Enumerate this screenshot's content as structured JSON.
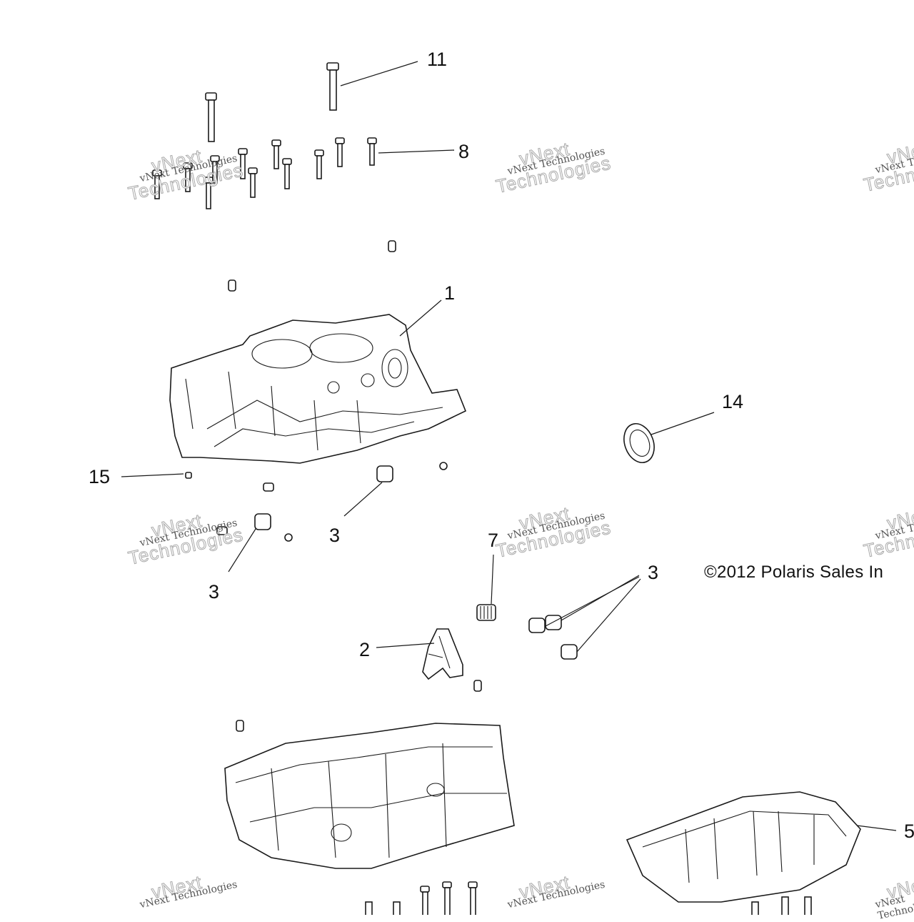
{
  "callouts": [
    {
      "label": "11"
    },
    {
      "label": "8"
    },
    {
      "label": "1"
    },
    {
      "label": "14"
    },
    {
      "label": "15"
    },
    {
      "label": "3"
    },
    {
      "label": "3"
    },
    {
      "label": "7"
    },
    {
      "label": "3"
    },
    {
      "label": "2"
    },
    {
      "label": "5"
    }
  ],
  "copyright": "©2012 Polaris Sales In",
  "watermark": {
    "line1": "vNext Technologies",
    "line2": "Technologies",
    "line0": "vNext"
  }
}
